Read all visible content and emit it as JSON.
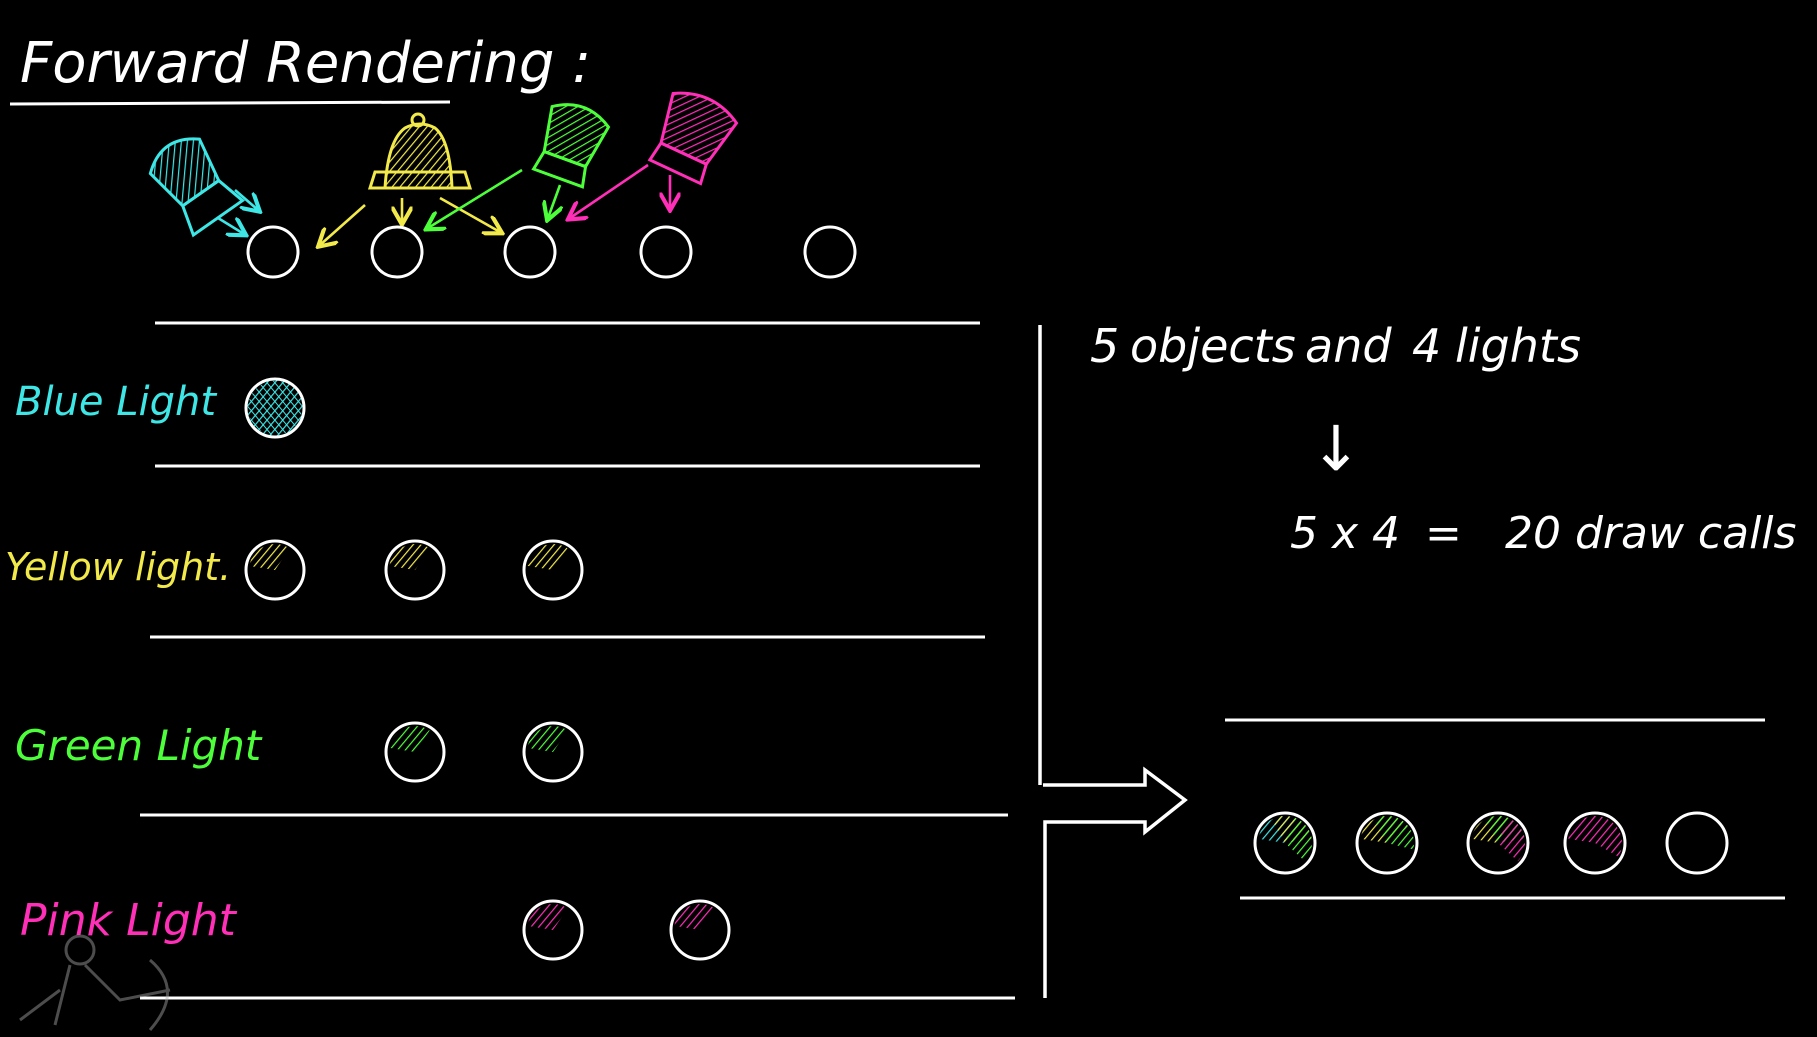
{
  "title": "Forward Rendering :",
  "colors": {
    "background": "#000000",
    "chalk": "#ffffff",
    "blue": "#3ee6e6",
    "yellow": "#f2e94a",
    "green": "#4dff3a",
    "pink": "#ff2fb8"
  },
  "rows": [
    {
      "label": "Blue Light",
      "color": "blue",
      "lit": [
        0
      ]
    },
    {
      "label": "Yellow light.",
      "color": "yellow",
      "lit": [
        0,
        1,
        2
      ]
    },
    {
      "label": "Green Light",
      "color": "green",
      "lit": [
        1,
        2
      ]
    },
    {
      "label": "Pink Light",
      "color": "pink",
      "lit": [
        2,
        3
      ]
    }
  ],
  "summary": {
    "line1_count_objects": "5",
    "line1_objects": "objects",
    "line1_and": "and",
    "line1_count_lights": "4",
    "line1_lights": "lights",
    "arrow": "↓",
    "equation_lhs": "5 x 4",
    "equation_eq": "=",
    "equation_rhs": "20 draw calls"
  },
  "result_mix": [
    [
      "blue",
      "yellow",
      "green"
    ],
    [
      "yellow",
      "green"
    ],
    [
      "yellow",
      "green",
      "pink"
    ],
    [
      "pink"
    ],
    []
  ],
  "lights_icon_names": [
    "spotlight-icon",
    "spotlight-icon",
    "spotlight-icon",
    "spotlight-icon"
  ]
}
